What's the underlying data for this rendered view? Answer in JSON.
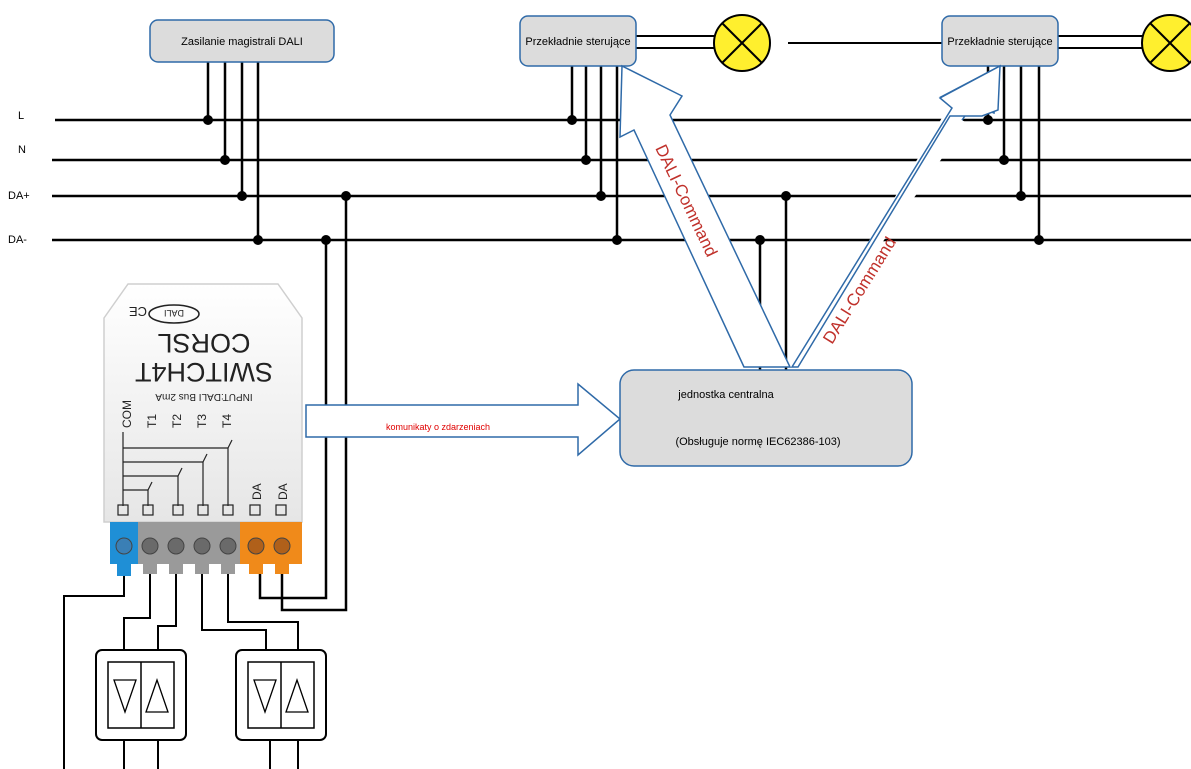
{
  "bus_lines": {
    "l": "L",
    "n": "N",
    "da_plus": "DA+",
    "da_minus": "DA-"
  },
  "power_supply": {
    "label": "Zasilanie magistrali DALI"
  },
  "ballast_1": {
    "label": "Przekładnie sterujące"
  },
  "ballast_2": {
    "label": "Przekładnie sterujące"
  },
  "central_unit": {
    "title": "jednostka centralna",
    "subtitle": "(Obsługuje  normę  IEC62386-103)"
  },
  "arrow_labels": {
    "events": "komunikaty  o  zdarzeniach",
    "command_1": "DALI-Command",
    "command_2": "DALI-Command"
  },
  "device": {
    "brand": "CORSL",
    "model": "SWITCH4T",
    "input": "INPUT:DALI Bus  2mA",
    "ce": "CE",
    "dali_logo": "DALI",
    "terminals": {
      "com": "COM",
      "t1": "T1",
      "t2": "T2",
      "t3": "T3",
      "t4": "T4",
      "da1": "DA",
      "da2": "DA"
    }
  },
  "colors": {
    "wire": "#000000",
    "box_fill": "#dcdcdc",
    "box_stroke": "#2f6aa8",
    "arrow_stroke": "#2f6aa8",
    "lamp_fill": "#ffef2e",
    "event_label": "#e00000",
    "command_label": "#c0312b",
    "terminal_blue": "#1f8fd6",
    "terminal_grey": "#9a9a9a",
    "terminal_orange": "#f08a1a"
  }
}
